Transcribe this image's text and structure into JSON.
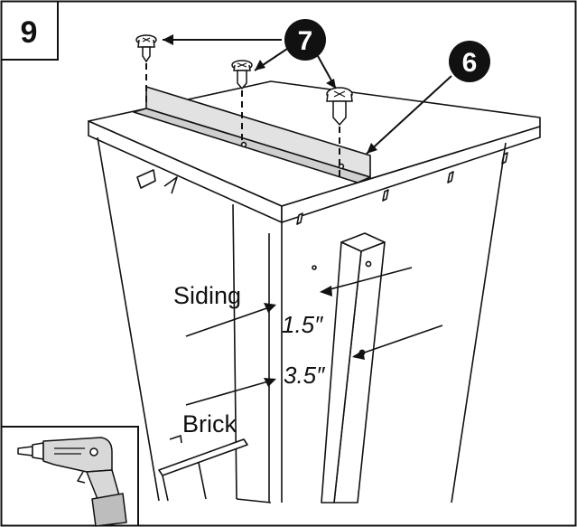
{
  "step": {
    "number": "9"
  },
  "callouts": [
    {
      "number": "7",
      "part": "screw"
    },
    {
      "number": "6",
      "part": "mounting-bracket"
    }
  ],
  "labels": {
    "siding": "Siding",
    "brick": "Brick",
    "siding_depth": "1.5″",
    "brick_depth": "3.5″"
  },
  "tool": {
    "icon": "power-drill-icon"
  },
  "colors": {
    "line": "#111111",
    "bracket_fill": "#e2e2e2",
    "callout_fill": "#111111"
  }
}
